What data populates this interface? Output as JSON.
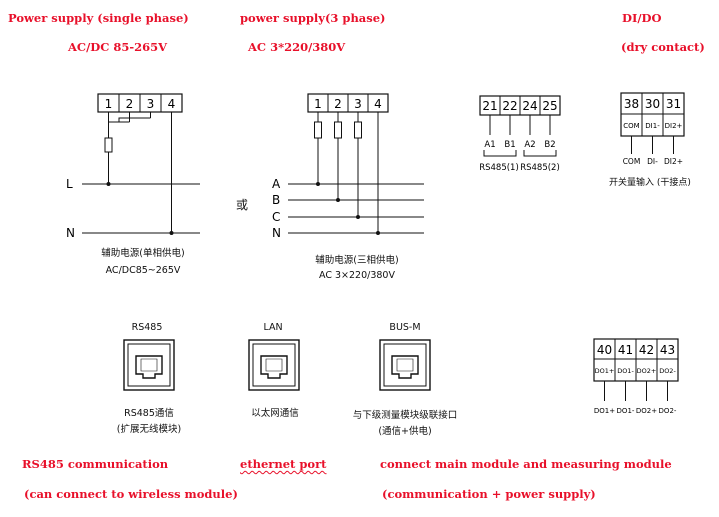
{
  "headings": {
    "single_phase_title": "Power supply (single phase)",
    "single_phase_range": "AC/DC 85-265V",
    "three_phase_title": "power  supply(3 phase)",
    "three_phase_range": "AC 3*220/380V",
    "dido_title": "DI/DO",
    "dido_sub": "(dry contact)",
    "rs485_en": "RS485 communication",
    "rs485_en_sub": "(can connect to wireless module)",
    "ethernet_en": "ethernet port",
    "busm_en": "connect main module and measuring module",
    "busm_en_sub": "(communication + power supply)"
  },
  "single_phase": {
    "terminals": [
      "1",
      "2",
      "3",
      "4"
    ],
    "line_L": "L",
    "line_N": "N",
    "caption": "辅助电源(单相供电)",
    "caption_range": "AC/DC85~265V"
  },
  "or_text": "或",
  "three_phase": {
    "terminals": [
      "1",
      "2",
      "3",
      "4"
    ],
    "lines": [
      "A",
      "B",
      "C",
      "N"
    ],
    "caption": "辅助电源(三相供电)",
    "caption_range": "AC 3×220/380V"
  },
  "rs485_terminals": {
    "terminals": [
      "21",
      "22",
      "24",
      "25"
    ],
    "pins": [
      "A1",
      "B1",
      "A2",
      "B2"
    ],
    "groups": [
      "RS485(1)",
      "RS485(2)"
    ]
  },
  "di_block": {
    "terminals": [
      "38",
      "30",
      "31"
    ],
    "inner": [
      "COM",
      "DI1-",
      "DI2+"
    ],
    "outer": [
      "COM",
      "DI-",
      "DI2+"
    ],
    "caption": "开关量输入 (干接点)"
  },
  "do_block": {
    "terminals": [
      "40",
      "41",
      "42",
      "43"
    ],
    "inner": [
      "DO1+",
      "DO1-",
      "DO2+",
      "DO2-"
    ],
    "outer": [
      "DO1+",
      "DO1-",
      "DO2+",
      "DO2-"
    ]
  },
  "ports": [
    {
      "label": "RS485",
      "caption": "RS485通信",
      "caption2": "(扩展无线模块)"
    },
    {
      "label": "LAN",
      "caption": "以太网通信",
      "caption2": ""
    },
    {
      "label": "BUS-M",
      "caption": "与下级测量模块级联接口",
      "caption2": "(通信+供电)"
    }
  ],
  "colors": {
    "heading_red": "#e8102a",
    "line_black": "#111111"
  }
}
